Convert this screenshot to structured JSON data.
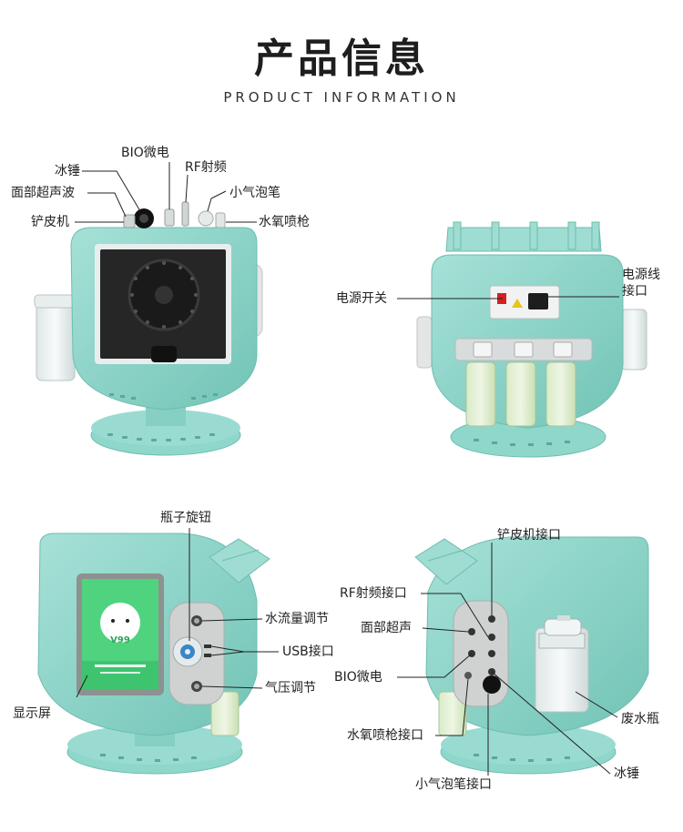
{
  "header": {
    "title": "产品信息",
    "subtitle": "PRODUCT INFORMATION"
  },
  "front_view": {
    "labels": {
      "bio": "BIO微电",
      "rf": "RF射频",
      "ice_hammer": "冰锤",
      "small_bubble_pen": "小气泡笔",
      "face_ultrasound": "面部超声波",
      "hydro_oxygen_gun": "水氧喷枪",
      "scrubber": "铲皮机"
    }
  },
  "back_view": {
    "labels": {
      "power_switch": "电源开关",
      "power_cord_line1": "电源线",
      "power_cord_line2": "接口"
    }
  },
  "left_view": {
    "labels": {
      "bottle_knob": "瓶子旋钮",
      "water_flow": "水流量调节",
      "usb": "USB接口",
      "air_pressure": "气压调节",
      "display": "显示屏"
    },
    "screen_text": "V99"
  },
  "right_view": {
    "labels": {
      "scrubber_port": "铲皮机接口",
      "rf_port": "RF射频接口",
      "face_ultrasound": "面部超声",
      "bio": "BIO微电",
      "hydro_oxygen_port": "水氧喷枪接口",
      "small_bubble_port": "小气泡笔接口",
      "waste_bottle": "废水瓶",
      "ice_hammer": "冰锤"
    }
  },
  "colors": {
    "body": "#8fd6cb",
    "body_dark": "#6fc2b5",
    "panel": "#c9ccc9",
    "black": "#1b1b1b"
  }
}
